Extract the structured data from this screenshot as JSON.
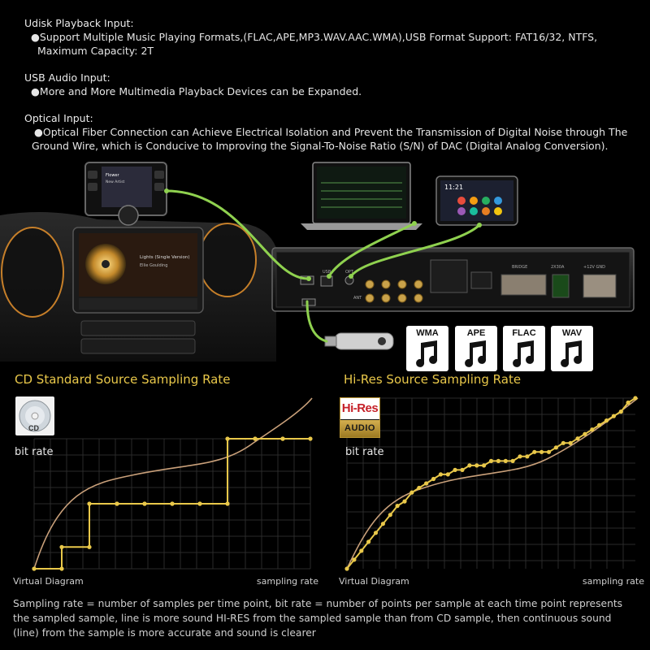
{
  "intro": {
    "udisk_title": "Udisk Playback Input:",
    "udisk_text_1": "●Support Multiple Music Playing Formats,(FLAC,APE,MP3.WAV.AAC.WMA),USB Format Support: FAT16/32, NTFS,",
    "udisk_text_2": "Maximum Capacity: 2T",
    "usb_title": "USB Audio Input:",
    "usb_text": "●More and More Multimedia Playback Devices can be Expanded.",
    "optical_title": "Optical Input:",
    "optical_text_1": "●Optical Fiber Connection can Achieve Electrical Isolation and Prevent the Transmission of Digital Noise through The",
    "optical_text_2": "Ground Wire, which is Conducive to Improving the Signal-To-Noise Ratio (S/N) of DAC (Digital Analog Conversion)."
  },
  "device": {
    "ports": {
      "usb": "USB",
      "opt": "OPT",
      "ant": "ANT",
      "bridge": "BRIDGE",
      "fuse": "2X30A",
      "power": "+12V  GND"
    },
    "small_screen": {
      "line1": "Flower",
      "line2": "New Artist"
    },
    "tablet_time": "11:21",
    "car_screen": {
      "title": "Lights (Single Version)",
      "sub": "Ellie Goulding"
    }
  },
  "formats": [
    "WMA",
    "APE",
    "FLAC",
    "WAV"
  ],
  "charts": {
    "cd": {
      "title": "CD Standard Source Sampling Rate",
      "ylabel": "bit rate",
      "xlabel_left": "Virtual Diagram",
      "xlabel_right": "sampling rate",
      "badge": "CD"
    },
    "hires": {
      "title": "Hi-Res Source Sampling Rate",
      "ylabel": "bit rate",
      "xlabel_left": "Virtual Diagram",
      "xlabel_right": "sampling rate",
      "badge_top": "Hi-Res",
      "badge_bottom": "AUDIO"
    }
  },
  "footer": {
    "text": "Sampling rate = number of samples per time point, bit rate = number of points per sample at each time point represents the sampled sample, line is more sound HI-RES from the sampled sample than from CD sample, then continuous sound (line) from the sample is more accurate and sound is clearer"
  },
  "colors": {
    "accent": "#e9c84a",
    "curve": "#c9a07a",
    "cable": "#8fd14f",
    "grid": "#2a2a2a"
  },
  "chart_data": [
    {
      "type": "line",
      "title": "CD Standard Source Sampling Rate",
      "xlabel": "sampling rate",
      "ylabel": "bit rate",
      "series": [
        {
          "x": [
            0,
            1,
            1,
            2,
            2,
            3,
            3,
            4,
            4,
            5,
            5,
            6,
            6,
            7,
            7,
            8,
            8,
            9,
            9,
            10
          ],
          "values": [
            0,
            0,
            1,
            1,
            3,
            3,
            3,
            3,
            3,
            3,
            3,
            3,
            3,
            3,
            6,
            6,
            6,
            6,
            6,
            6
          ]
        }
      ]
    },
    {
      "type": "line",
      "title": "Hi-Res Source Sampling Rate",
      "xlabel": "sampling rate",
      "ylabel": "bit rate",
      "series": [
        {
          "x": [
            0,
            1,
            2,
            3,
            4,
            5,
            6,
            7,
            8,
            9,
            10,
            11,
            12,
            13,
            14,
            15,
            16,
            17,
            18,
            19,
            20,
            21,
            22,
            23,
            24,
            25,
            26,
            27,
            28,
            29,
            30,
            31,
            32,
            33,
            34,
            35,
            36,
            37,
            38,
            39,
            40
          ],
          "values": [
            0,
            2,
            4,
            6,
            8,
            10,
            12,
            14,
            15,
            17,
            18,
            19,
            20,
            21,
            21,
            22,
            22,
            23,
            23,
            23,
            24,
            24,
            24,
            24,
            25,
            25,
            26,
            26,
            26,
            27,
            28,
            28,
            29,
            30,
            31,
            32,
            33,
            34,
            35,
            37,
            38
          ]
        }
      ]
    }
  ]
}
